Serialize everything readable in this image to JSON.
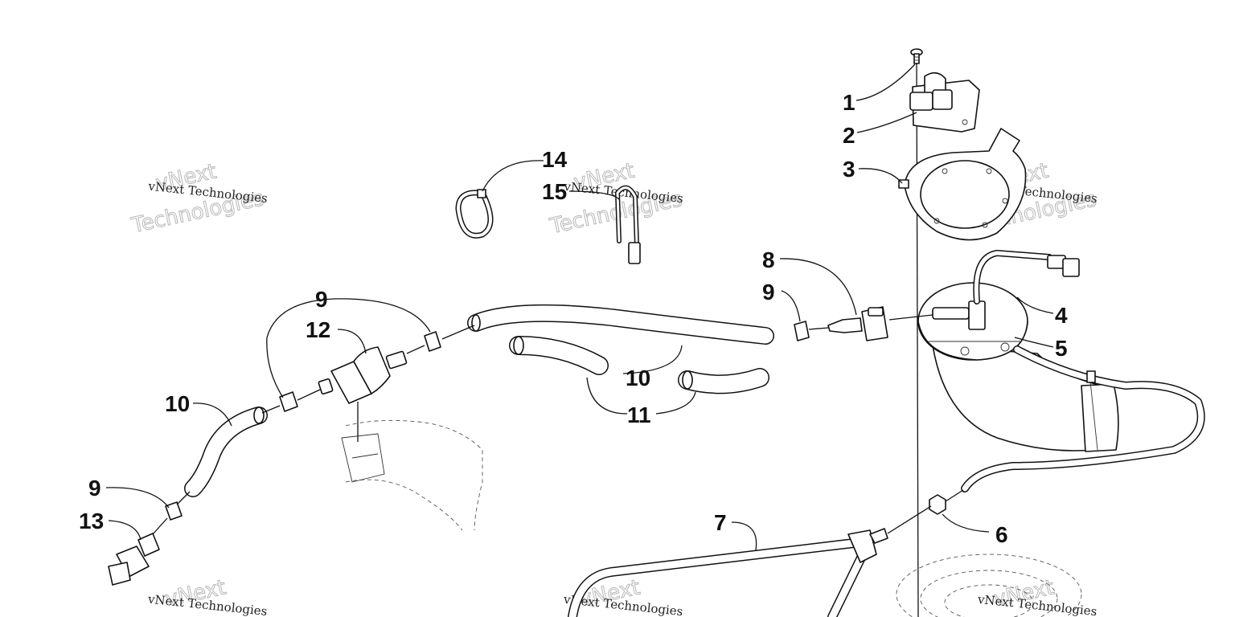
{
  "callouts": {
    "c1": "1",
    "c2": "2",
    "c3": "3",
    "c4": "4",
    "c5": "5",
    "c6": "6",
    "c7": "7",
    "c8": "8",
    "c9a": "9",
    "c9b": "9",
    "c9c": "9",
    "c10a": "10",
    "c10b": "10",
    "c11": "11",
    "c12": "12",
    "c13": "13",
    "c14": "14",
    "c15": "15"
  },
  "watermark": {
    "small": "vNext Technologies",
    "big_top": "vNext",
    "big_bottom": "Technologies"
  }
}
